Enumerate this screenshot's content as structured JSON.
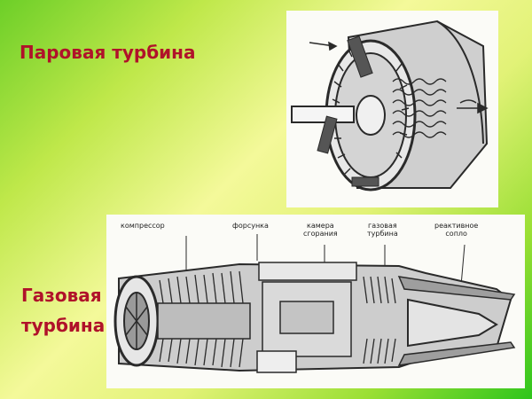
{
  "slide": {
    "title_steam": "Паровая турбина",
    "title_gas_line1": "Газовая",
    "title_gas_line2": "турбина"
  },
  "gas_turbine_labels": {
    "compressor": "компрессор",
    "injector": "форсунка",
    "chamber_line1": "камера",
    "chamber_line2": "сгорания",
    "gas_turbine_line1": "газовая",
    "gas_turbine_line2": "турбина",
    "nozzle_line1": "реактивное",
    "nozzle_line2": "сопло"
  },
  "colors": {
    "title": "#b0122a",
    "panel_background": "#fbfbf7",
    "drawing_ink": "#2a2a2a"
  }
}
